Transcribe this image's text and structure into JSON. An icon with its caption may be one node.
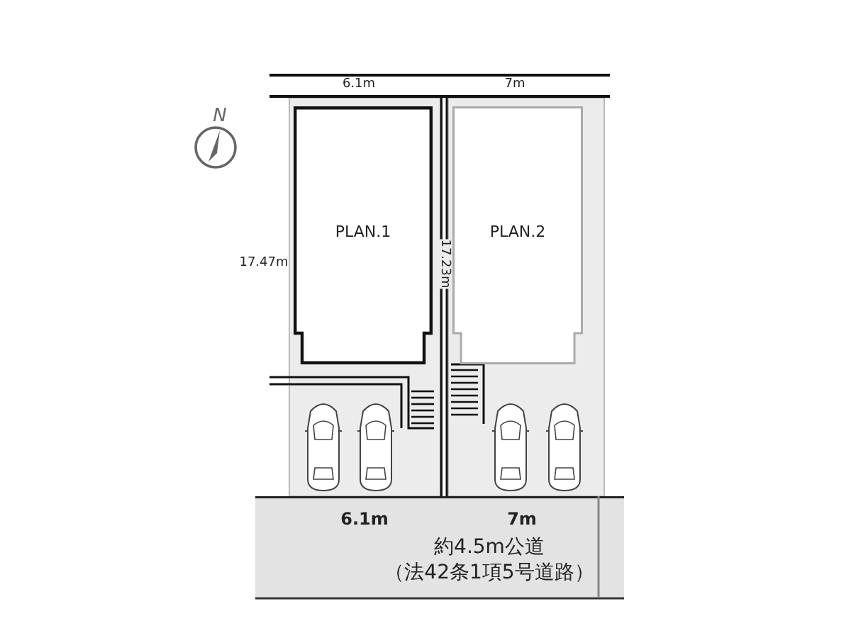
{
  "diagram": {
    "nodes": [
      {
        "text": [
          "PLAN.1"
        ]
      },
      {
        "text": [
          "PLAN.2"
        ]
      },
      {
        "text": [
          "約4.5m公道（法42条1項5号道路）"
        ]
      }
    ],
    "labels": [
      "N",
      "6.1m",
      "7m",
      "17.47m",
      "17.23m",
      "6.1m",
      "7m"
    ]
  }
}
